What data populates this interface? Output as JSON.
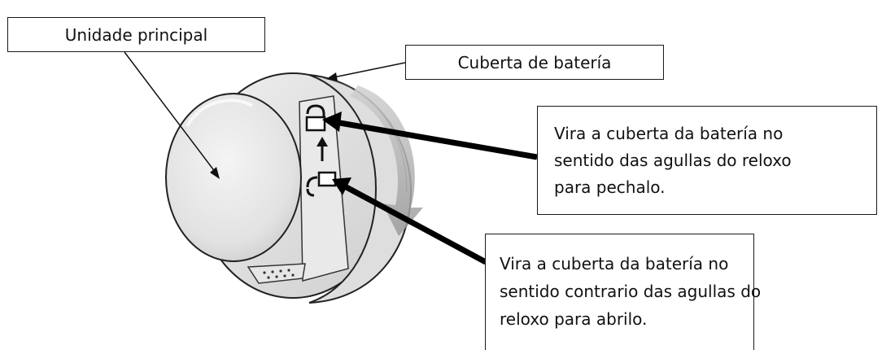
{
  "labels": {
    "main_unit": "Unidade principal",
    "battery_cover": "Cuberta de batería",
    "close_instruction": [
      "Vira a cuberta da batería no",
      "sentido das agullas do reloxo",
      "para pechalo."
    ],
    "open_instruction": [
      "Vira a cuberta da batería no",
      "sentido contrario das agullas do",
      "reloxo para abrilo."
    ]
  },
  "colors": {
    "outline": "#1a1a1a",
    "device_shade": "#d9d9d9",
    "rotation_arrow": "#b5b5b5"
  }
}
